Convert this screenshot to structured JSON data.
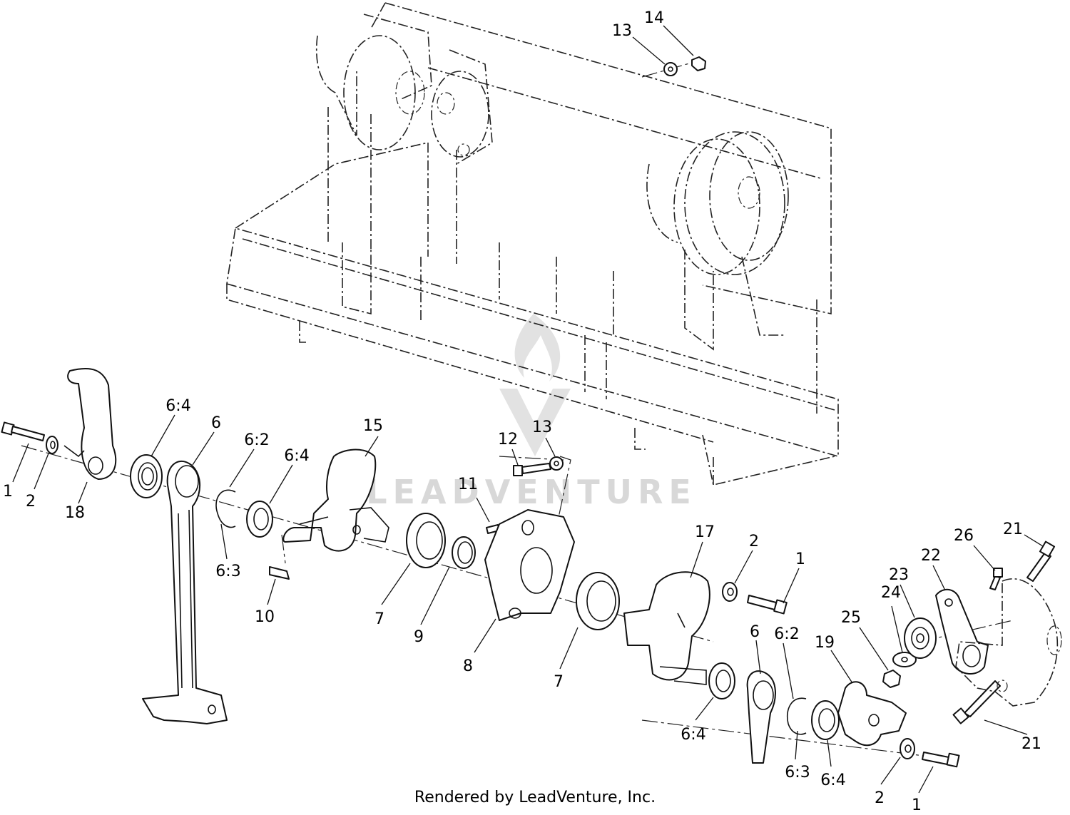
{
  "watermark": "LEADVENTURE",
  "credit": "Rendered by LeadVenture, Inc.",
  "callouts": [
    {
      "id": "c-13-top",
      "label": "13"
    },
    {
      "id": "c-14",
      "label": "14"
    },
    {
      "id": "c-1-left",
      "label": "1"
    },
    {
      "id": "c-2-left",
      "label": "2"
    },
    {
      "id": "c-18",
      "label": "18"
    },
    {
      "id": "c-6-4-a",
      "label": "6:4"
    },
    {
      "id": "c-6-a",
      "label": "6"
    },
    {
      "id": "c-6-2-a",
      "label": "6:2"
    },
    {
      "id": "c-6-4-b",
      "label": "6:4"
    },
    {
      "id": "c-6-3-a",
      "label": "6:3"
    },
    {
      "id": "c-15",
      "label": "15"
    },
    {
      "id": "c-10",
      "label": "10"
    },
    {
      "id": "c-12",
      "label": "12"
    },
    {
      "id": "c-13-mid",
      "label": "13"
    },
    {
      "id": "c-11",
      "label": "11"
    },
    {
      "id": "c-7-a",
      "label": "7"
    },
    {
      "id": "c-9",
      "label": "9"
    },
    {
      "id": "c-8",
      "label": "8"
    },
    {
      "id": "c-7-b",
      "label": "7"
    },
    {
      "id": "c-17",
      "label": "17"
    },
    {
      "id": "c-2-mid",
      "label": "2"
    },
    {
      "id": "c-1-mid",
      "label": "1"
    },
    {
      "id": "c-6-b",
      "label": "6"
    },
    {
      "id": "c-6-2-b",
      "label": "6:2"
    },
    {
      "id": "c-6-4-c",
      "label": "6:4"
    },
    {
      "id": "c-6-3-b",
      "label": "6:3"
    },
    {
      "id": "c-6-4-d",
      "label": "6:4"
    },
    {
      "id": "c-19",
      "label": "19"
    },
    {
      "id": "c-25",
      "label": "25"
    },
    {
      "id": "c-24",
      "label": "24"
    },
    {
      "id": "c-23",
      "label": "23"
    },
    {
      "id": "c-22",
      "label": "22"
    },
    {
      "id": "c-26",
      "label": "26"
    },
    {
      "id": "c-21-top",
      "label": "21"
    },
    {
      "id": "c-21-bottom",
      "label": "21"
    },
    {
      "id": "c-2-right",
      "label": "2"
    },
    {
      "id": "c-1-right",
      "label": "1"
    }
  ]
}
